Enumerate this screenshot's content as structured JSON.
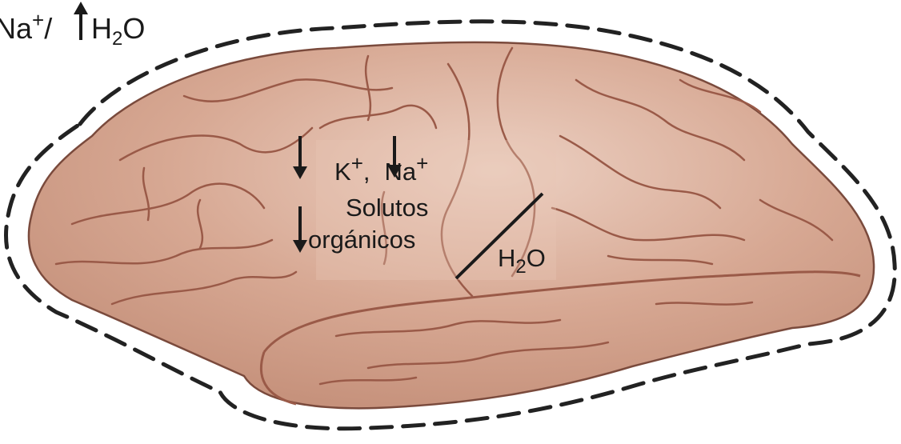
{
  "labels": {
    "top_left": {
      "na": "Na",
      "na_charge": "+",
      "slash": "/",
      "h2o_h": "H",
      "h2o_sub": "2",
      "h2o_o": "O"
    },
    "center": {
      "line1": {
        "k": "K",
        "k_charge": "+",
        "comma": ",",
        "na": "Na",
        "na_charge": "+"
      },
      "line2": "Solutos",
      "line3": "orgánicos"
    },
    "water": {
      "h": "H",
      "sub": "2",
      "o": "O"
    }
  },
  "colors": {
    "brain_fill": "#d7a893",
    "brain_light": "#e8c5b5",
    "sulci": "#9a5a48",
    "outline": "#2a2a2a",
    "dashed_boundary": "#222222",
    "text": "#1a1a1a"
  },
  "icons": [
    "up-arrow-icon",
    "down-arrow-icon"
  ]
}
